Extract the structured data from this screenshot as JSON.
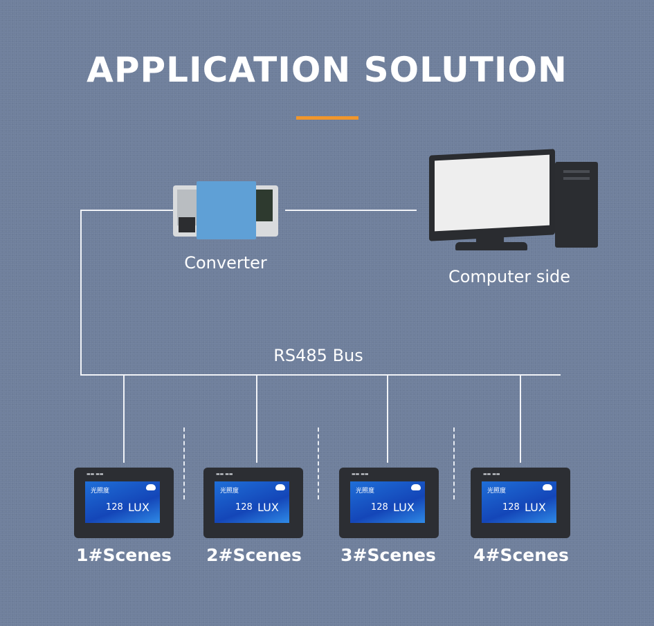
{
  "title": "APPLICATION SOLUTION",
  "converter_label": "Converter",
  "computer_label": "Computer side",
  "bus_label": "RS485 Bus",
  "panel": {
    "name": "光照度",
    "value": "128",
    "unit": "LUX"
  },
  "scenes": [
    "1#Scenes",
    "2#Scenes",
    "3#Scenes",
    "4#Scenes"
  ],
  "colors": {
    "background": "#6f7f9c",
    "accent": "#f0962c",
    "screen_blue": "#1f6fd8"
  }
}
